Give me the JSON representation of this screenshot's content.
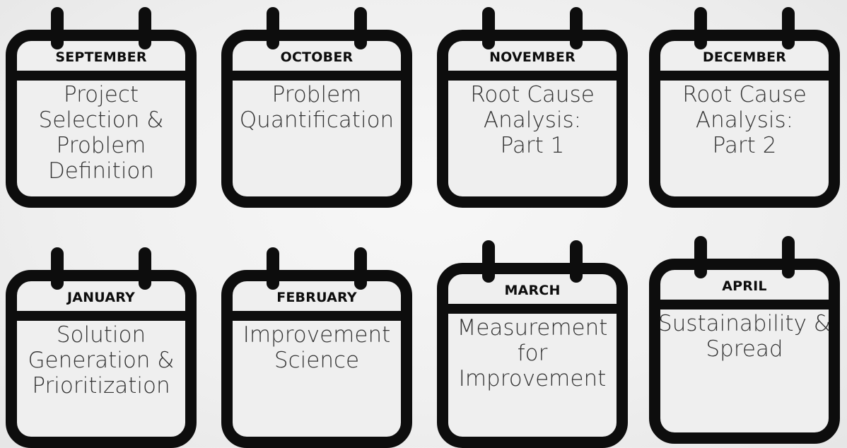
{
  "calendars": [
    {
      "month": "SEPTEMBER",
      "text": "Project\nSelection &\nProblem\nDefinition"
    },
    {
      "month": "OCTOBER",
      "text": "Problem\nQuantification"
    },
    {
      "month": "NOVEMBER",
      "text": "Root Cause\nAnalysis:\nPart 1"
    },
    {
      "month": "DECEMBER",
      "text": "Root Cause\nAnalysis:\nPart 2"
    },
    {
      "month": "JANUARY",
      "text": "Solution\nGeneration &\nPrioritization"
    },
    {
      "month": "FEBRUARY",
      "text": "Improvement\nScience"
    },
    {
      "month": "MARCH",
      "text": "Measurement\nfor\nImprovement"
    },
    {
      "month": "APRIL",
      "text": "Sustainability &\nSpread"
    }
  ]
}
